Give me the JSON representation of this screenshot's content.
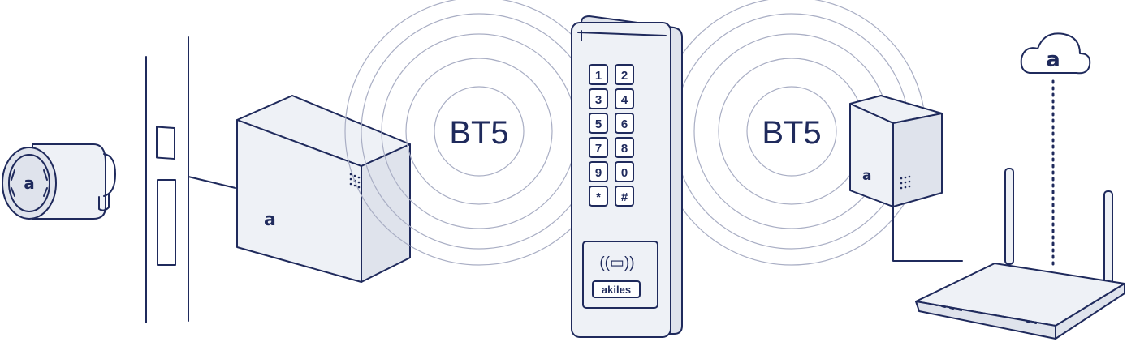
{
  "diagram": {
    "left_signal_label": "BT5",
    "right_signal_label": "BT5",
    "brand_mark": "a",
    "keypad": {
      "keys": [
        "1",
        "2",
        "3",
        "4",
        "5",
        "6",
        "7",
        "8",
        "9",
        "0",
        "*",
        "#"
      ],
      "nfc_symbol": "((▭))",
      "brand_plate": "akiles"
    }
  },
  "colors": {
    "line": "#1f2a5c",
    "ring": "#a9aec4",
    "fill_light": "#eef1f6"
  },
  "icons": [
    "lock-cylinder-icon",
    "cloud-lock-icon",
    "nfc-icon",
    "router-icon"
  ]
}
